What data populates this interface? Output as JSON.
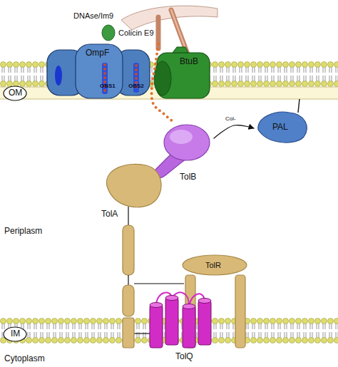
{
  "diagram": {
    "nodes": [
      {
        "text": [
          "DNAse/Im9"
        ]
      },
      {
        "text": [
          "Colicin E9"
        ]
      },
      {
        "text": [
          "OmpF"
        ]
      },
      {
        "text": [
          "BtuB"
        ]
      },
      {
        "text": [
          "OM"
        ]
      },
      {
        "text": [
          "PAL"
        ]
      },
      {
        "text": [
          "TolB"
        ]
      },
      {
        "text": [
          "TolA"
        ]
      },
      {
        "text": [
          "TolR"
        ]
      },
      {
        "text": [
          "IM"
        ]
      },
      {
        "text": [
          "TolQ"
        ]
      }
    ],
    "edges": [
      {
        "from": 1,
        "to": 6,
        "arrow": "none"
      },
      {
        "from": 6,
        "to": 5,
        "arrow": "to",
        "label": "Col-"
      }
    ],
    "labels": [
      "OBS1",
      "OBS2",
      "Periplasm",
      "Cytoplasm"
    ]
  }
}
